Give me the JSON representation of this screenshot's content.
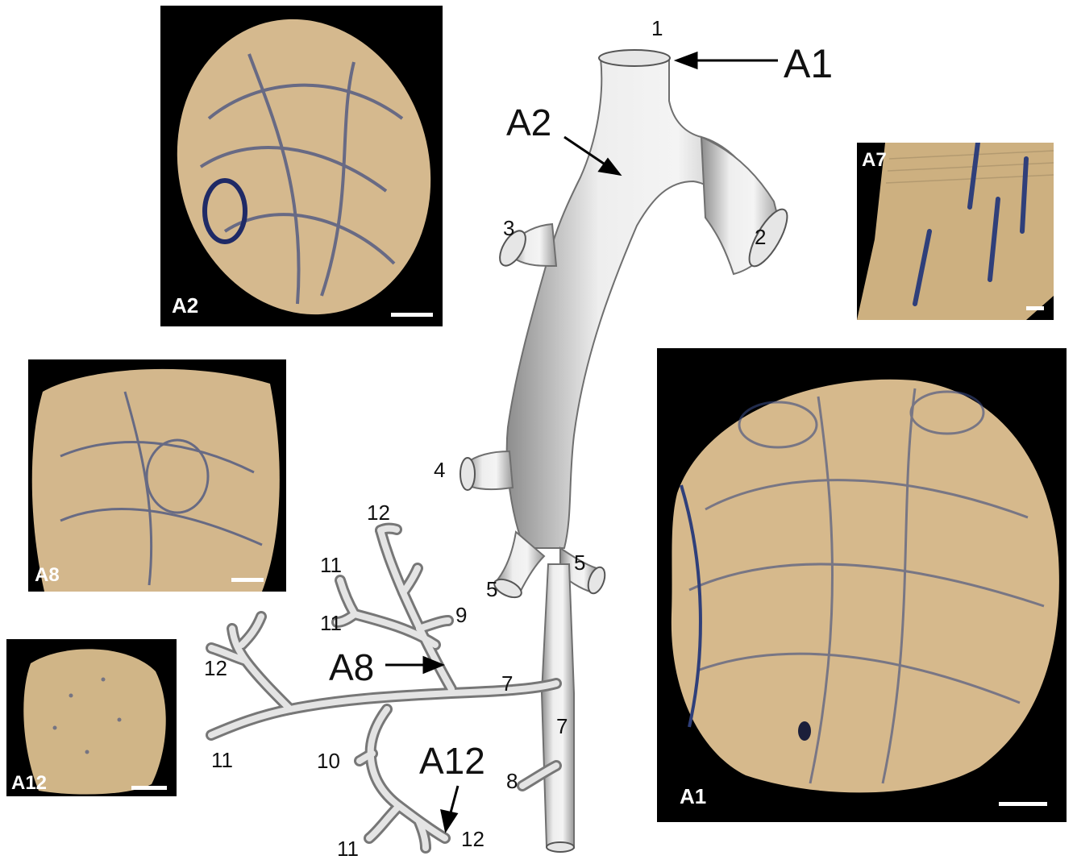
{
  "panels": {
    "a2": {
      "label": "A2"
    },
    "a7": {
      "label": "A7"
    },
    "a8": {
      "label": "A8"
    },
    "a12": {
      "label": "A12"
    },
    "a1": {
      "label": "A1"
    }
  },
  "diagram": {
    "callouts": {
      "a1": "A1",
      "a2": "A2",
      "a8": "A8",
      "a12": "A12"
    },
    "branch_numbers": {
      "n1": "1",
      "n2": "2",
      "n3": "3",
      "n4": "4",
      "n5a": "5",
      "n5b": "5",
      "n7a": "7",
      "n7b": "7",
      "n8": "8",
      "n9": "9",
      "n10": "10",
      "n11a": "11",
      "n11b": "11",
      "n11c": "11",
      "n11d": "11",
      "n12a": "12",
      "n12b": "12",
      "n12c": "12"
    }
  },
  "colors": {
    "tissue": "#d7b98c",
    "dye": "#2f3f7a",
    "vessel": "#dcdcdc",
    "background": "#ffffff"
  }
}
